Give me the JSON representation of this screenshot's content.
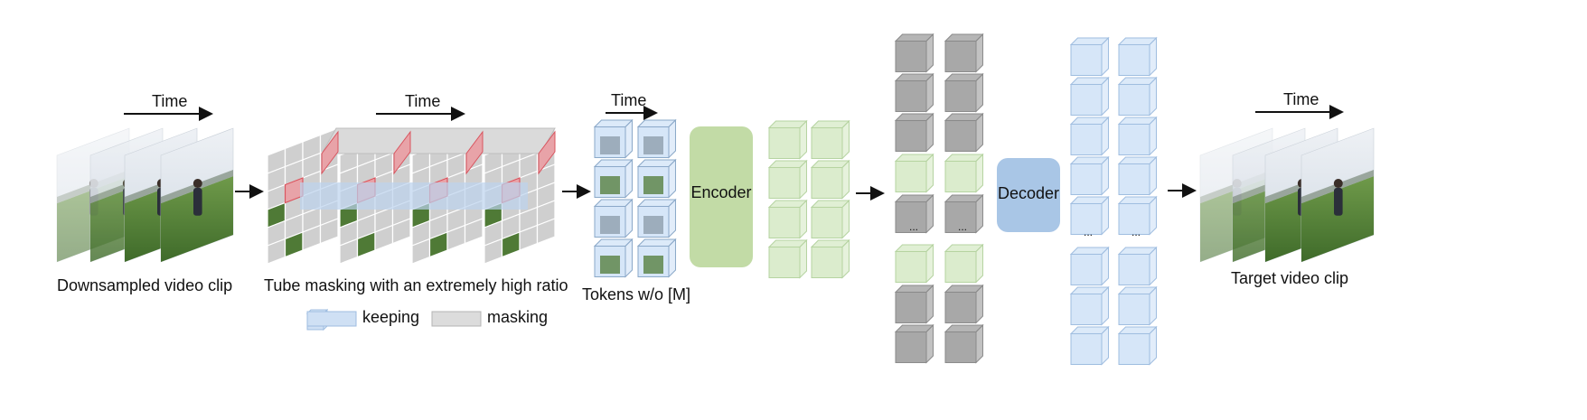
{
  "labels": {
    "time": "Time",
    "downsampled_clip": "Downsampled video clip",
    "tube_masking": "Tube masking with an extremely high ratio",
    "tokens": "Tokens w/o [M]",
    "encoder": "Encoder",
    "decoder": "Decoder",
    "target_clip": "Target video clip",
    "ellipsis": "..."
  },
  "legend": [
    {
      "label": "keeping",
      "color": "#cfe0f4"
    },
    {
      "label": "masking",
      "color": "#dcdcdc"
    }
  ],
  "colors": {
    "encoder": "#c2dba6",
    "decoder": "#a9c6e6",
    "green_token": "#dbeccd",
    "grey_token": "#a8a8a8",
    "blue_token": "#d6e6f8",
    "mask_red": "#e8a3a8",
    "grass": "#5f8a3e",
    "sky": "#dfe5ec"
  },
  "sequence_pattern": [
    "grey",
    "grey",
    "grey",
    "green",
    "grey",
    "ellipsis",
    "green",
    "grey",
    "grey"
  ]
}
